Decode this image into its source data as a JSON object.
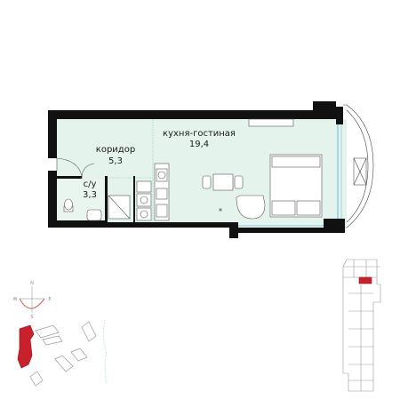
{
  "rooms": [
    {
      "name": "кухня-гостиная",
      "area": "19,4"
    },
    {
      "name": "коридор",
      "area": "5,3"
    },
    {
      "name": "с/у",
      "area": "3,3"
    }
  ],
  "compass": {
    "north": "N",
    "south": "S",
    "west": "W",
    "east": "E"
  },
  "colors": {
    "wall": "#111111",
    "floor": "#e4f3ec",
    "floor_stroke": "#7fc7a4",
    "window": "#9fd6e6",
    "highlight": "#c8202c",
    "building": "#9a9a9a",
    "compass": "#c87a6a"
  }
}
